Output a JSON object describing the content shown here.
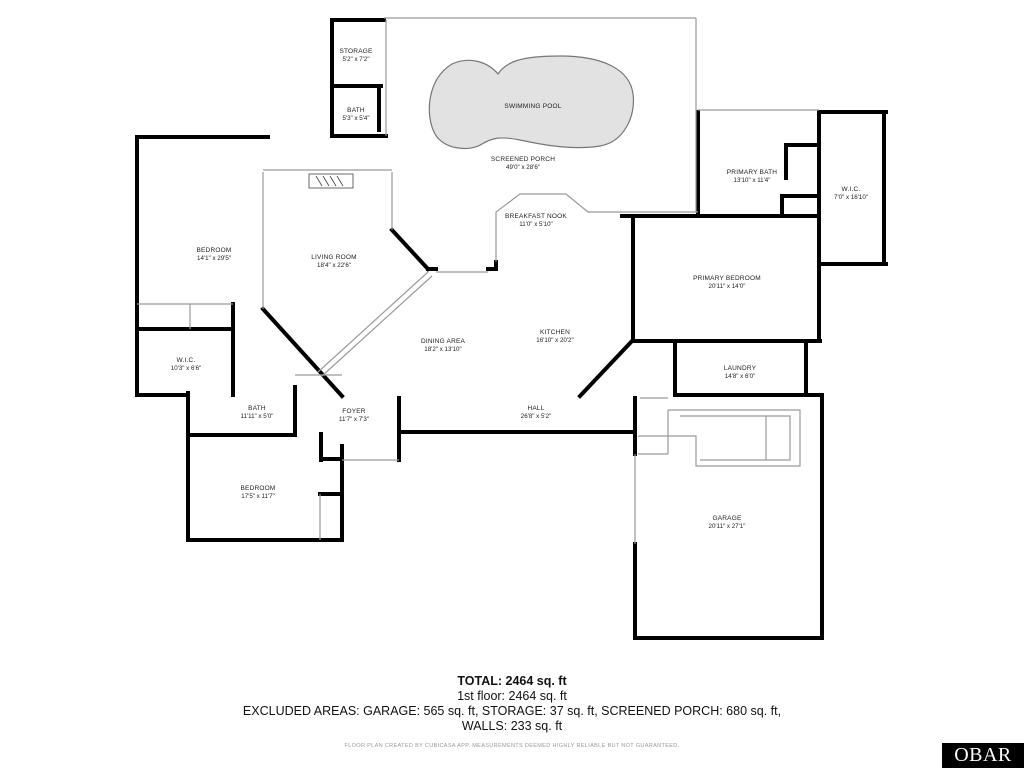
{
  "rooms": [
    {
      "id": "storage",
      "name": "STORAGE",
      "dims": "5'2\" x 7'2\""
    },
    {
      "id": "bath-top",
      "name": "BATH",
      "dims": "5'3\" x 5'4\""
    },
    {
      "id": "pool",
      "name": "SWIMMING POOL",
      "dims": ""
    },
    {
      "id": "screened-porch",
      "name": "SCREENED PORCH",
      "dims": "49'0\" x 28'6\""
    },
    {
      "id": "primary-bath",
      "name": "PRIMARY BATH",
      "dims": "13'10\" x 11'4\""
    },
    {
      "id": "wic-right",
      "name": "W.I.C.",
      "dims": "7'0\" x 16'10\""
    },
    {
      "id": "bedroom-left",
      "name": "BEDROOM",
      "dims": "14'1\" x 29'5\""
    },
    {
      "id": "living-room",
      "name": "LIVING ROOM",
      "dims": "18'4\" x 22'6\""
    },
    {
      "id": "breakfast-nook",
      "name": "BREAKFAST NOOK",
      "dims": "11'0\" x 5'10\""
    },
    {
      "id": "primary-bedroom",
      "name": "PRIMARY BEDROOM",
      "dims": "20'11\" x 14'0\""
    },
    {
      "id": "dining-area",
      "name": "DINING AREA",
      "dims": "18'2\" x 13'10\""
    },
    {
      "id": "kitchen",
      "name": "KITCHEN",
      "dims": "16'10\" x 20'2\""
    },
    {
      "id": "wic-left",
      "name": "W.I.C.",
      "dims": "10'3\" x 6'6\""
    },
    {
      "id": "laundry",
      "name": "LAUNDRY",
      "dims": "14'8\" x 6'0\""
    },
    {
      "id": "bath-left",
      "name": "BATH",
      "dims": "11'11\" x 5'0\""
    },
    {
      "id": "foyer",
      "name": "FOYER",
      "dims": "11'7\" x 7'3\""
    },
    {
      "id": "hall",
      "name": "HALL",
      "dims": "26'8\" x 5'2\""
    },
    {
      "id": "bedroom-bottom",
      "name": "BEDROOM",
      "dims": "17'5\" x 11'7\""
    },
    {
      "id": "garage",
      "name": "GARAGE",
      "dims": "20'11\" x 27'1\""
    }
  ],
  "summary": {
    "total": "TOTAL: 2464 sq. ft",
    "floor": "1st floor: 2464 sq. ft",
    "excluded": "EXCLUDED AREAS: GARAGE: 565 sq. ft, STORAGE: 37 sq. ft, SCREENED PORCH: 680 sq. ft,",
    "walls": "WALLS: 233 sq. ft"
  },
  "disclaimer": "FLOOR PLAN CREATED BY CUBICASA APP. MEASUREMENTS DEEMED HIGHLY RELIABLE BUT NOT GUARANTEED.",
  "logo": "OBAR",
  "colors": {
    "wall": "#000000",
    "thin_wall": "#9a9a9a",
    "pool_fill": "#e2e2e2",
    "window": "#c9c9c9"
  }
}
